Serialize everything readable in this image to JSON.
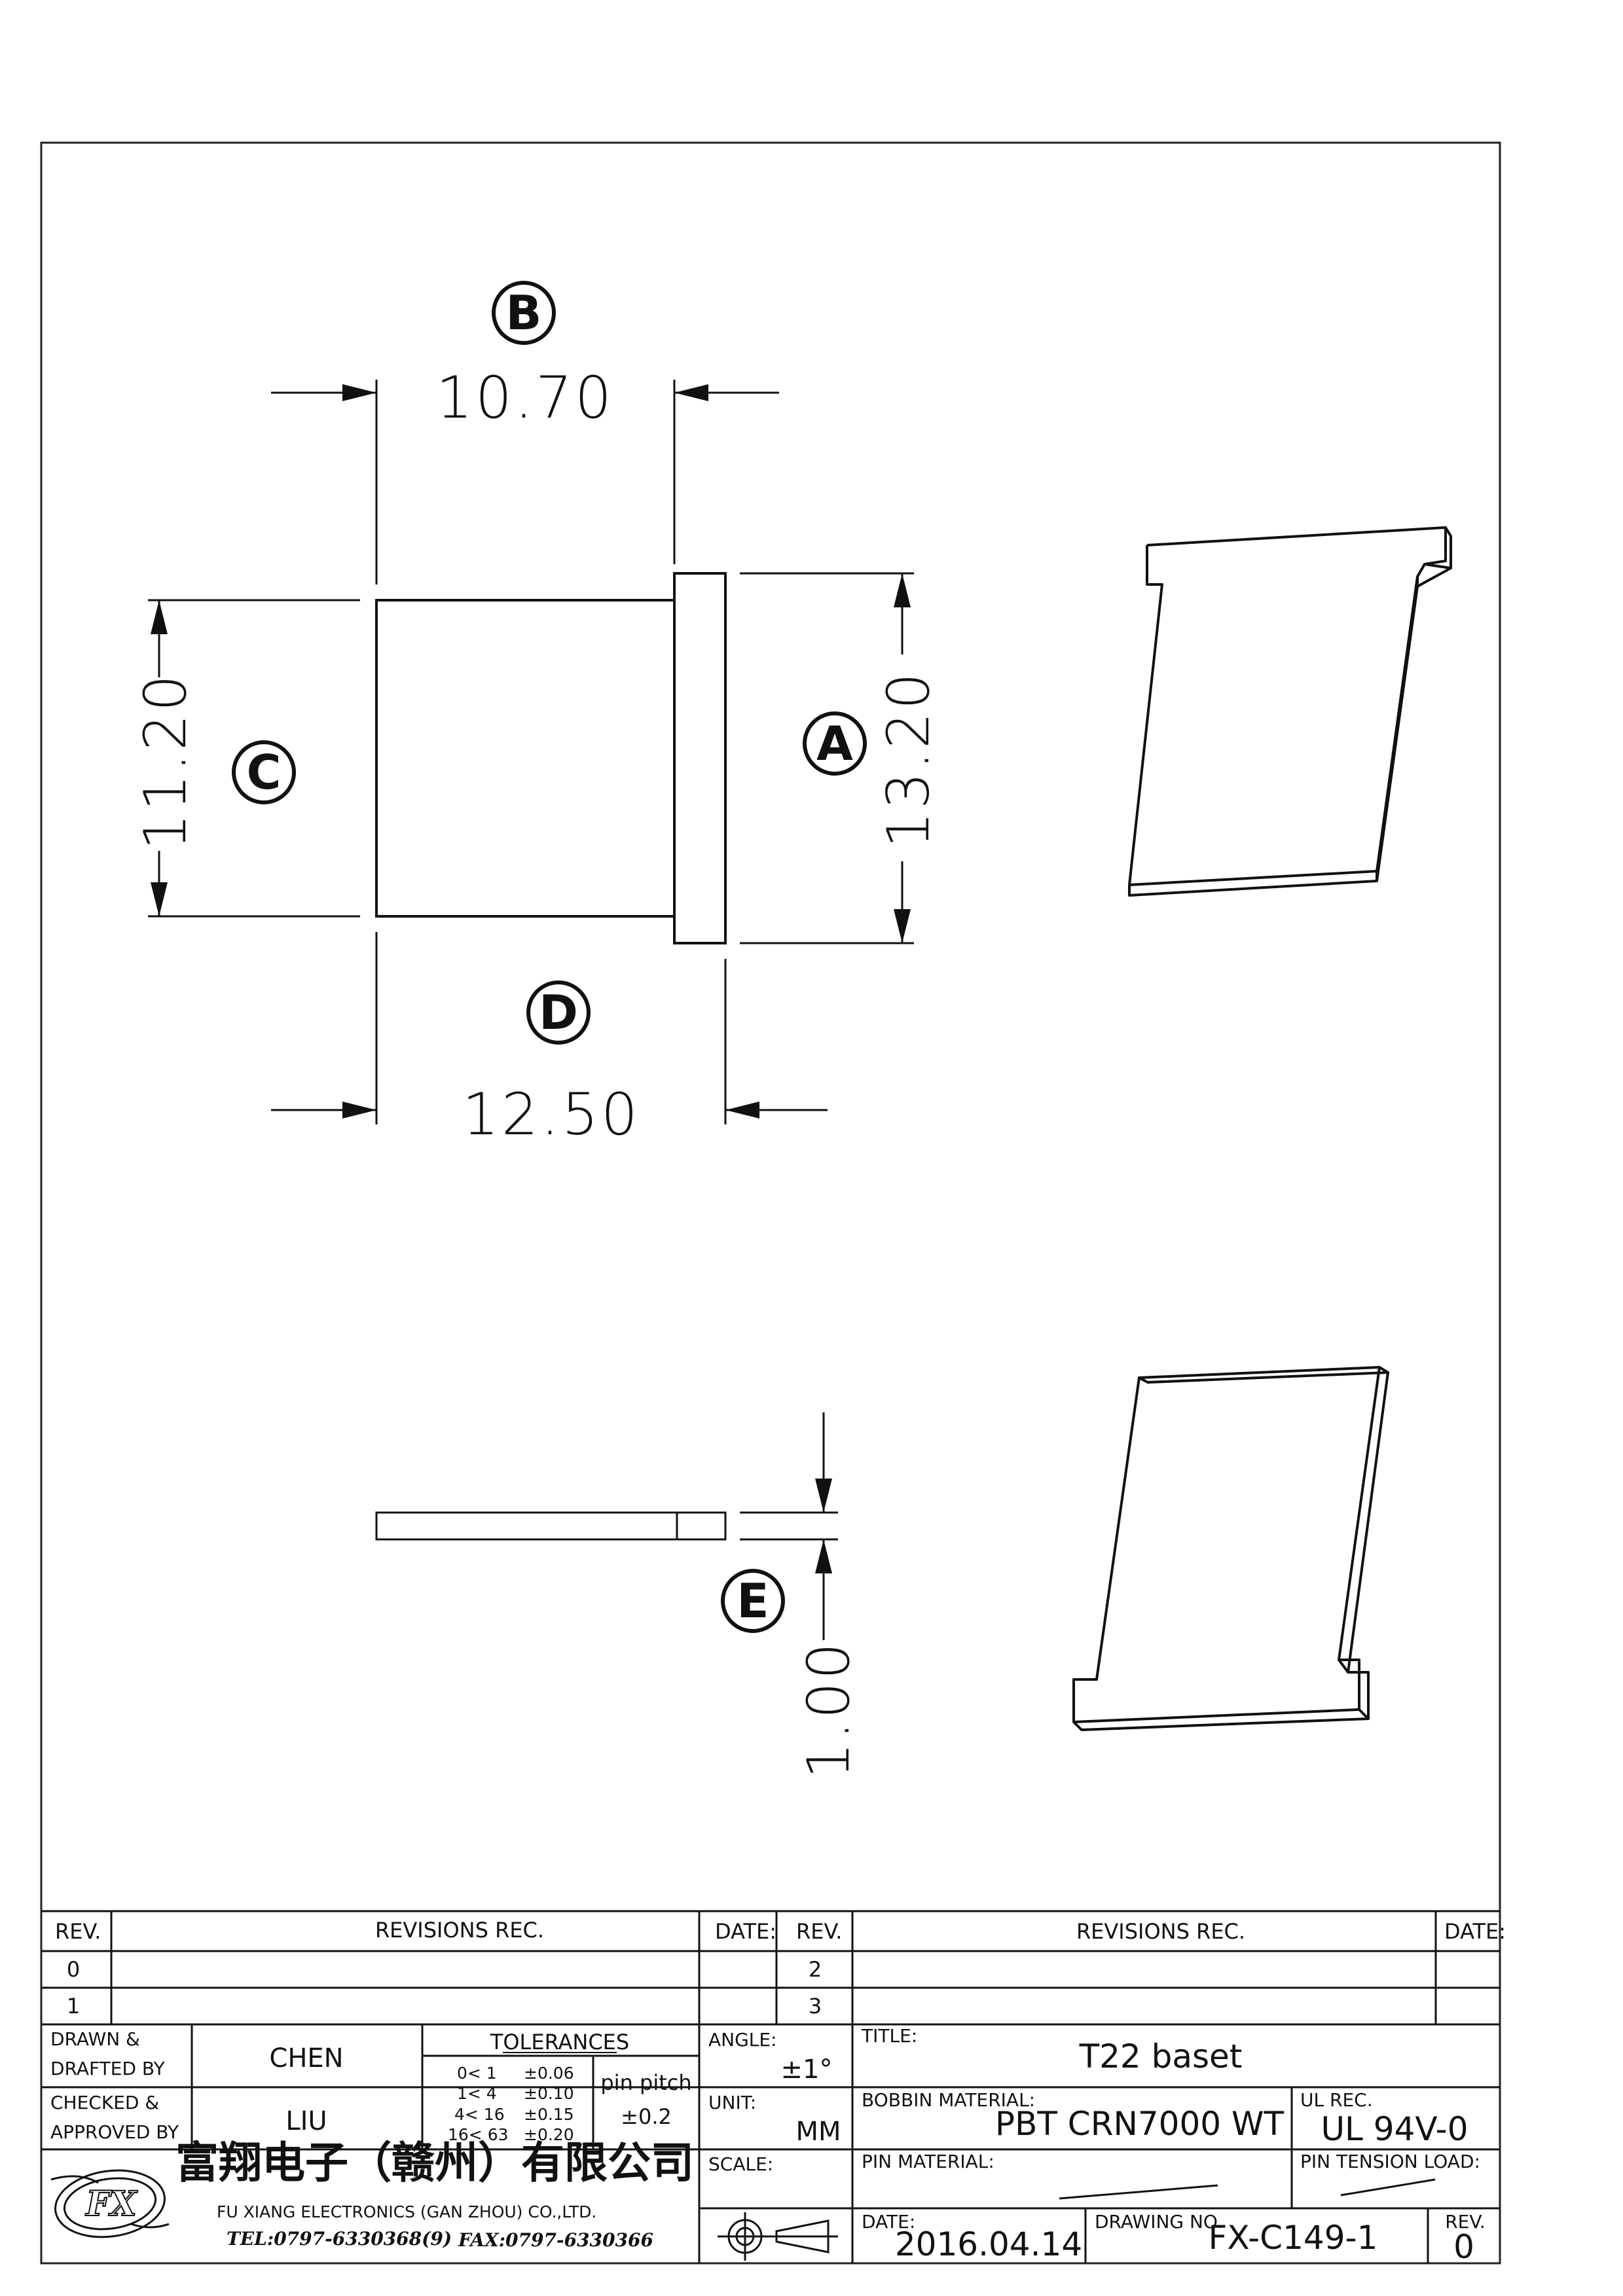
{
  "views": {
    "top_view": {
      "dim_a": {
        "letter": "A",
        "value": "13.20"
      },
      "dim_b": {
        "letter": "B",
        "value": "10.70"
      },
      "dim_c": {
        "letter": "C",
        "value": "11.20"
      },
      "dim_d": {
        "letter": "D",
        "value": "12.50"
      }
    },
    "side_view": {
      "dim_e": {
        "letter": "E",
        "value": "1.00"
      }
    }
  },
  "revisions": {
    "left_header": {
      "rev": "REV.",
      "rec": "REVISIONS  REC.",
      "date": "DATE:"
    },
    "right_header": {
      "rev": "REV.",
      "rec": "REVISIONS  REC.",
      "date": "DATE:"
    },
    "left_rows": [
      {
        "rev": "0"
      },
      {
        "rev": "1"
      }
    ],
    "right_rows": [
      {
        "rev": "2"
      },
      {
        "rev": "3"
      }
    ]
  },
  "title_block": {
    "drawn_label_1": "DRAWN &",
    "drawn_label_2": "DRAFTED BY",
    "drawn_by": "CHEN",
    "checked_label_1": "CHECKED &",
    "checked_label_2": "APPROVED BY",
    "approved_by": "LIU",
    "tolerances": {
      "header": "TOLERANCES",
      "rows": [
        {
          "range": "0<  1",
          "value": "±0.06"
        },
        {
          "range": "1<  4",
          "value": "±0.10"
        },
        {
          "range": "4<  16",
          "value": "±0.15"
        },
        {
          "range": "16<  63",
          "value": "±0.20"
        }
      ],
      "pin_pitch_label": "pin pitch",
      "pin_pitch_value": "±0.2"
    },
    "angle_label": "ANGLE:",
    "angle_value": "±1°",
    "unit_label": "UNIT:",
    "unit_value": "MM",
    "scale_label": "SCALE:",
    "title_label": "TITLE:",
    "title_value": "T22  baset",
    "bobbin_material_label": "BOBBIN MATERIAL:",
    "bobbin_material_value": "PBT CRN7000 WT",
    "ul_rec_label": "UL REC.",
    "ul_rec_value": "UL 94V-0",
    "pin_material_label": "PIN MATERIAL:",
    "pin_tension_label": "PIN TENSION LOAD:",
    "date_label": "DATE:",
    "date_value": "2016.04.14",
    "drawing_no_label": "DRAWING NO.",
    "drawing_no_value": "FX-C149-1",
    "rev_label": "REV.",
    "rev_value": "0"
  },
  "company": {
    "logo_text": "FX",
    "name_cn": "富翔电子（赣州）有限公司",
    "name_en": "FU XIANG ELECTRONICS (GAN ZHOU) CO.,LTD.",
    "tel": "TEL:0797-6330368(9)",
    "fax": "FAX:0797-6330366"
  }
}
